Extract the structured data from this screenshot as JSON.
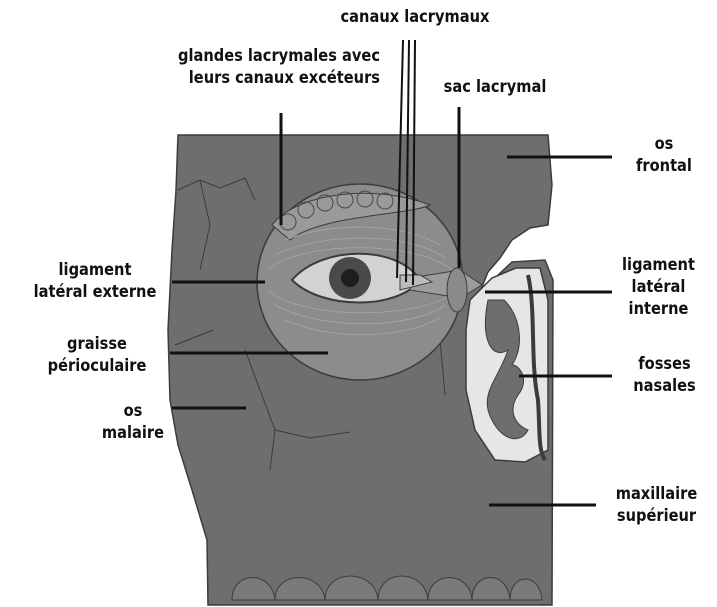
{
  "labels": {
    "canaux_lacrymaux": "canaux lacrymaux",
    "glandes_1": "glandes lacrymales avec",
    "glandes_2": "leurs canaux excéteurs",
    "sac_lacrymal": "sac lacrymal",
    "os_frontal_1": "os",
    "os_frontal_2": "frontal",
    "lig_ext_1": "ligament",
    "lig_ext_2": "latéral externe",
    "graisse_1": "graisse",
    "graisse_2": "périoculaire",
    "os_malaire_1": "os",
    "os_malaire_2": "malaire",
    "lig_int_1": "ligament",
    "lig_int_2": "latéral",
    "lig_int_3": "interne",
    "fosses_1": "fosses",
    "fosses_2": "nasales",
    "maxillaire_1": "maxillaire",
    "maxillaire_2": "supérieur"
  },
  "colors": {
    "bone": "#6e6e6e",
    "bone_dark": "#3c3c3c",
    "orbit_fill": "#8c8c8c",
    "eye_white": "#d2d2d2",
    "iris": "#4a4a4a",
    "nasal_cavity": "#e6e6e6",
    "leader_line": "#111111"
  }
}
